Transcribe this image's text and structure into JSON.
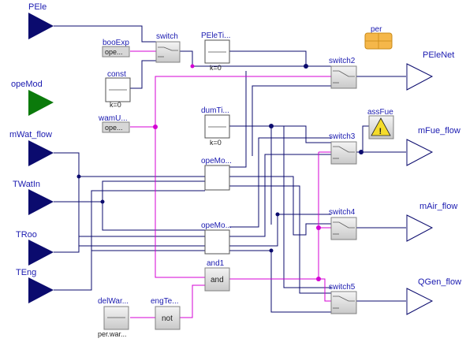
{
  "inputs": {
    "PEle": "PEle",
    "opeMod": "opeMod",
    "mWat_flow": "mWat_flow",
    "TWatIn": "TWatIn",
    "TRoo": "TRoo",
    "TEng": "TEng"
  },
  "outputs": {
    "PEleNet": "PEleNet",
    "mFue_flow": "mFue_flow",
    "mAir_flow": "mAir_flow",
    "QGen_flow": "QGen_flow"
  },
  "blocks": {
    "switch": "switch",
    "switch2": "switch2",
    "switch3": "switch3",
    "switch4": "switch4",
    "switch5": "switch5",
    "booExp_name": "booExp",
    "booExp_text": "ope...",
    "wamU_name": "wamU...",
    "wamU_text": "ope...",
    "const_name": "const",
    "const_param": "k=0",
    "PEleTi_name": "PEleTi...",
    "PEleTi_param": "k=0",
    "dumTi_name": "dumTi...",
    "dumTi_param": "k=0",
    "opeMo1_name": "opeMo...",
    "opeMo2_name": "opeMo...",
    "and1_name": "and1",
    "and1_text": "and",
    "engTe_name": "engTe...",
    "engTe_text": "not",
    "delWar_name": "delWar...",
    "delWar_param": "per.war...",
    "per_name": "per",
    "assFue_name": "assFue"
  },
  "colors": {
    "input_blue": "#0b0b6e",
    "input_green": "#0b7a0b",
    "wire_blue": "#0b0b6e",
    "wire_magenta": "#d400d4",
    "label_blue": "#1a1ab0",
    "block_gray": "#d7d7d7",
    "record_orange": "#f5b74a"
  }
}
